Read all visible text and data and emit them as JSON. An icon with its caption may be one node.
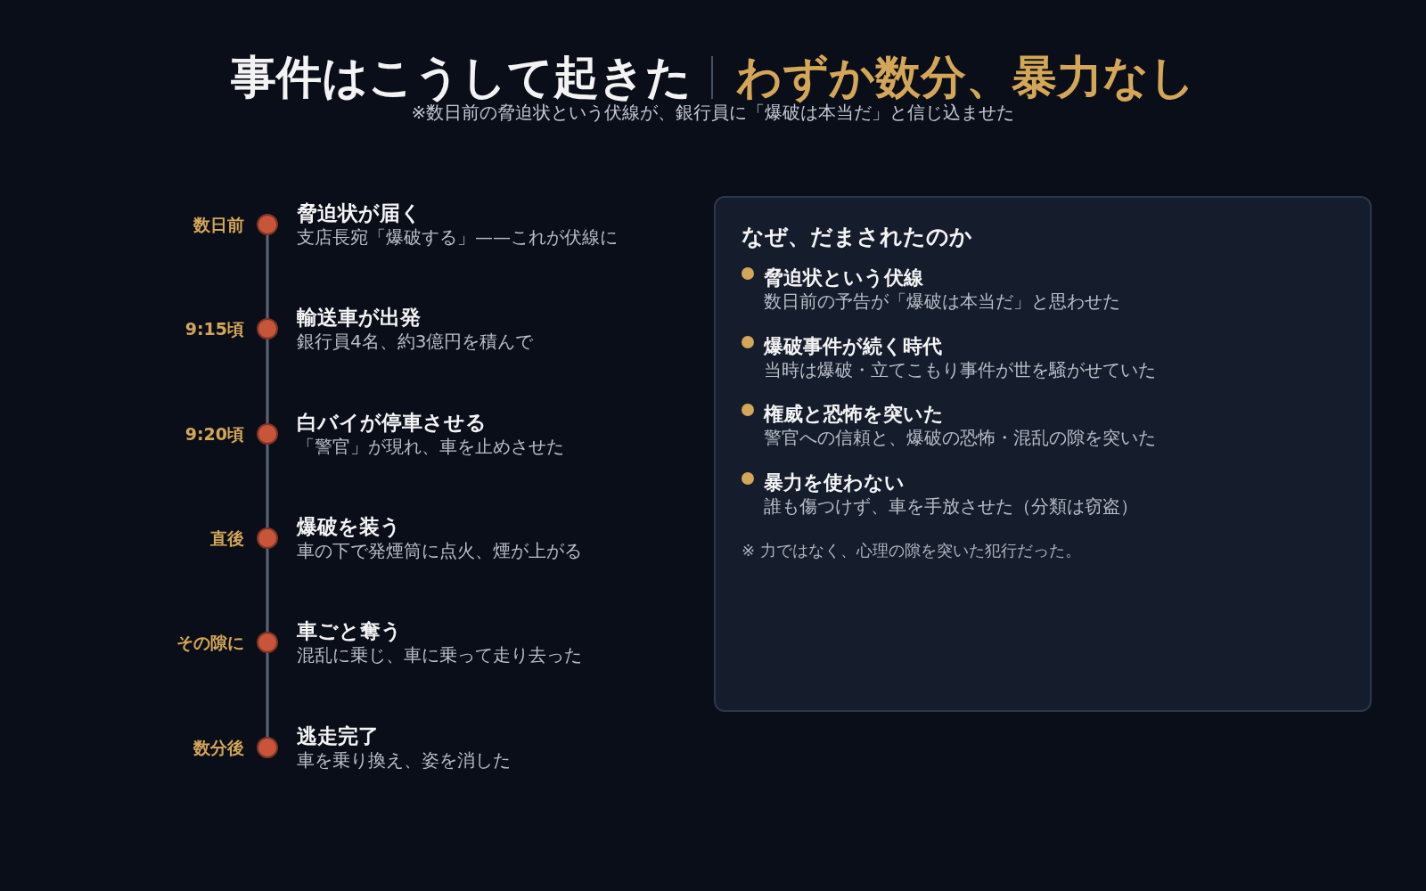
{
  "diagram": {
    "title": "事件はこうして起きた",
    "nodes": [
      {
        "text": [],
        "shape": "circle",
        "beside": [
          "数日前",
          "脅迫状が届く",
          "支店長宛「爆破する」——これが伏線に"
        ]
      },
      {
        "text": [],
        "shape": "circle",
        "beside": [
          "9:15頃",
          "輸送車が出発",
          "銀行員4名、約3億円を積んで"
        ]
      },
      {
        "text": [],
        "shape": "circle",
        "beside": [
          "9:20頃",
          "白バイが停車させる",
          "「警官」が現れ、車を止めさせた"
        ]
      },
      {
        "text": [],
        "shape": "circle",
        "beside": [
          "直後",
          "爆破を装う",
          "車の下で発煙筒に点火、煙が上がる"
        ]
      },
      {
        "text": [],
        "shape": "circle",
        "beside": [
          "その隙に",
          "車ごと奪う",
          "混乱に乗じ、車に乗って走り去った"
        ]
      },
      {
        "text": [],
        "shape": "circle",
        "beside": [
          "数分後",
          "逃走完了",
          "車を乗り換え、姿を消した"
        ]
      },
      {
        "text": [
          "なぜ、だまされたのか",
          "脅迫状という伏線",
          "数日前の予告が「爆破は本当だ」と思わせた",
          "爆破事件が続く時代",
          "当時は爆破・立てこもり事件が世を騒がせていた",
          "権威と恐怖を突いた",
          "警官への信頼と、爆破の恐怖・混乱の隙を突いた",
          "暴力を使わない",
          "誰も傷つけず、車を手放させた（分類は窃盗）",
          "※ 力ではなく、心理の隙を突いた犯行だった。"
        ]
      }
    ],
    "edges": [
      {
        "from": 0,
        "to": 1,
        "arrow": "none"
      },
      {
        "from": 1,
        "to": 2,
        "arrow": "none"
      },
      {
        "from": 2,
        "to": 3,
        "arrow": "none"
      },
      {
        "from": 3,
        "to": 4,
        "arrow": "none"
      },
      {
        "from": 4,
        "to": 5,
        "arrow": "none"
      }
    ],
    "labels": [
      "わずか数分、暴力なし",
      "※数日前の脅迫状という伏線が、銀行員に「爆破は本当だ」と信じ込ませた"
    ]
  }
}
